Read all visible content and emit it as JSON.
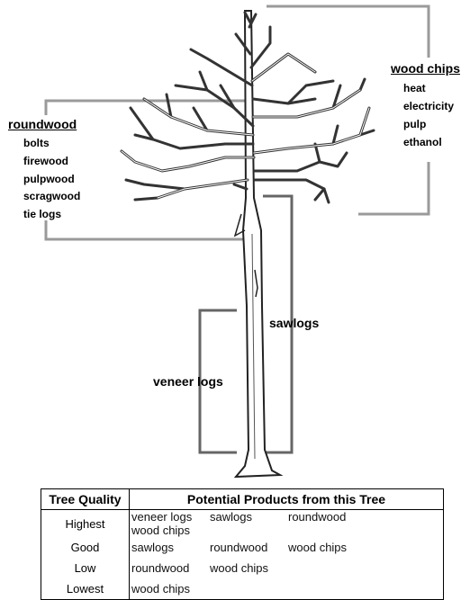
{
  "labels": {
    "wood_chips": {
      "title": "wood chips",
      "items": [
        "heat",
        "electricity",
        "pulp",
        "ethanol"
      ]
    },
    "roundwood": {
      "title": "roundwood",
      "items": [
        "bolts",
        "firewood",
        "pulpwood",
        "scragwood",
        "tie logs"
      ]
    },
    "sawlogs": "sawlogs",
    "veneer_logs": "veneer logs"
  },
  "table": {
    "headers": [
      "Tree Quality",
      "Potential Products from this Tree"
    ],
    "rows": [
      {
        "quality": "Highest",
        "products": [
          "veneer logs",
          "sawlogs",
          "roundwood",
          "wood chips"
        ]
      },
      {
        "quality": "Good",
        "products": [
          "sawlogs",
          "roundwood",
          "wood chips"
        ]
      },
      {
        "quality": "Low",
        "products": [
          "roundwood",
          "wood chips"
        ]
      },
      {
        "quality": "Lowest",
        "products": [
          "wood chips"
        ]
      }
    ]
  }
}
